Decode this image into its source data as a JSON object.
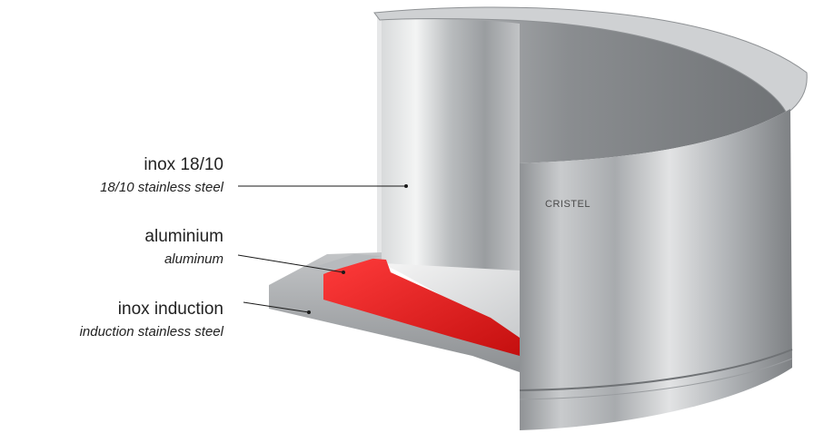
{
  "layers": [
    {
      "id": "inox",
      "label": "inox 18/10",
      "sublabel": "18/10 stainless steel"
    },
    {
      "id": "aluminium",
      "label": "aluminium",
      "sublabel": "aluminum"
    },
    {
      "id": "induction",
      "label": "inox induction",
      "sublabel": "induction stainless steel"
    }
  ],
  "brand": "CRISTEL",
  "colors": {
    "aluminium_layer": "#e01818",
    "steel_light": "#d6d8da",
    "steel_dark": "#8e9194",
    "label_text": "#222222",
    "leader_line": "#1a1a1a"
  }
}
